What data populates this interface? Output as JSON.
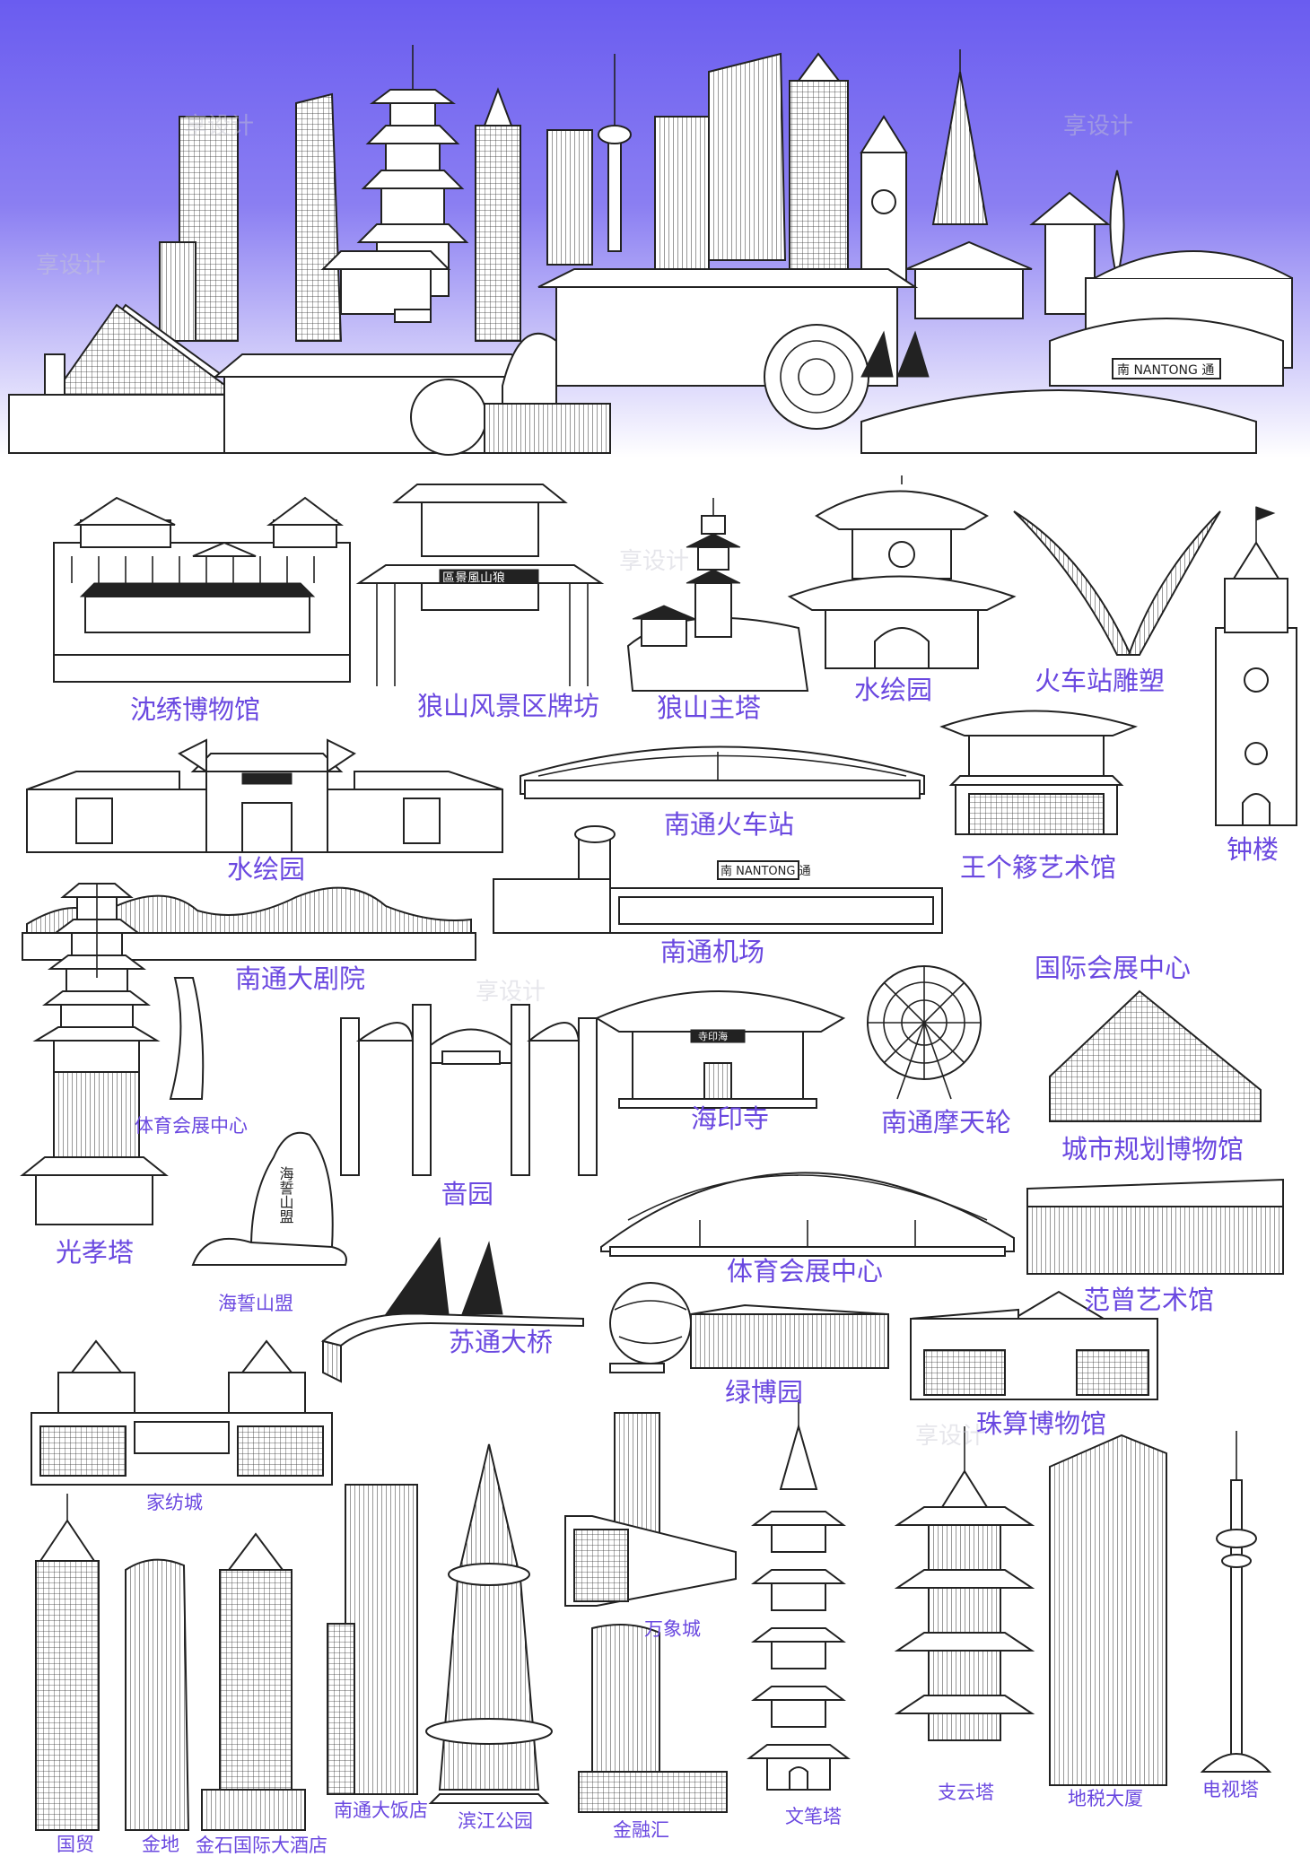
{
  "watermark": "享设计",
  "labels": {
    "shenxiu_museum": "沈绣博物馆",
    "langshan_arch": "狼山风景区牌坊",
    "langshan_pagoda": "狼山主塔",
    "shuihui_garden_1": "水绘园",
    "train_station_sculpture": "火车站雕塑",
    "clock_tower": "钟楼",
    "shuihui_garden_2": "水绘园",
    "nantong_train_station": "南通火车站",
    "wang_art_gallery": "王个簃艺术馆",
    "grand_theatre": "南通大剧院",
    "nantong_airport": "南通机场",
    "intl_expo_center": "国际会展中心",
    "sports_expo_center_small": "体育会展中心",
    "haiyin_temple": "海印寺",
    "ferris_wheel": "南通摩天轮",
    "urban_planning_museum": "城市规划博物馆",
    "qiang_garden": "啬园",
    "guangxiao_pagoda": "光孝塔",
    "sports_expo_center": "体育会展中心",
    "haishi_mountain": "海誓山盟",
    "fanzeng_art_gallery": "范曾艺术馆",
    "sutong_bridge": "苏通大桥",
    "lvbo_park": "绿博园",
    "abacus_museum": "珠算博物馆",
    "home_textile_city": "家纺城",
    "wanxiang_city": "万象城",
    "guomao": "国贸",
    "jindi": "金地",
    "jinshi_hotel": "金石国际大酒店",
    "nantong_hotel": "南通大饭店",
    "binjiang_park": "滨江公园",
    "finance_center": "金融汇",
    "wenbi_pagoda": "文笔塔",
    "zhiyun_pagoda": "支云塔",
    "tax_building": "地税大厦",
    "tv_tower": "电视塔"
  },
  "signs": {
    "airport_sign": "南 NANTONG 通",
    "temple_plaque": "寺印海",
    "arch_plaque": "區景風山狼",
    "stone_text": "海誓山盟"
  },
  "colors": {
    "label": "#6a48e0",
    "banner_top": "#6a5cf0",
    "line": "#222222"
  }
}
